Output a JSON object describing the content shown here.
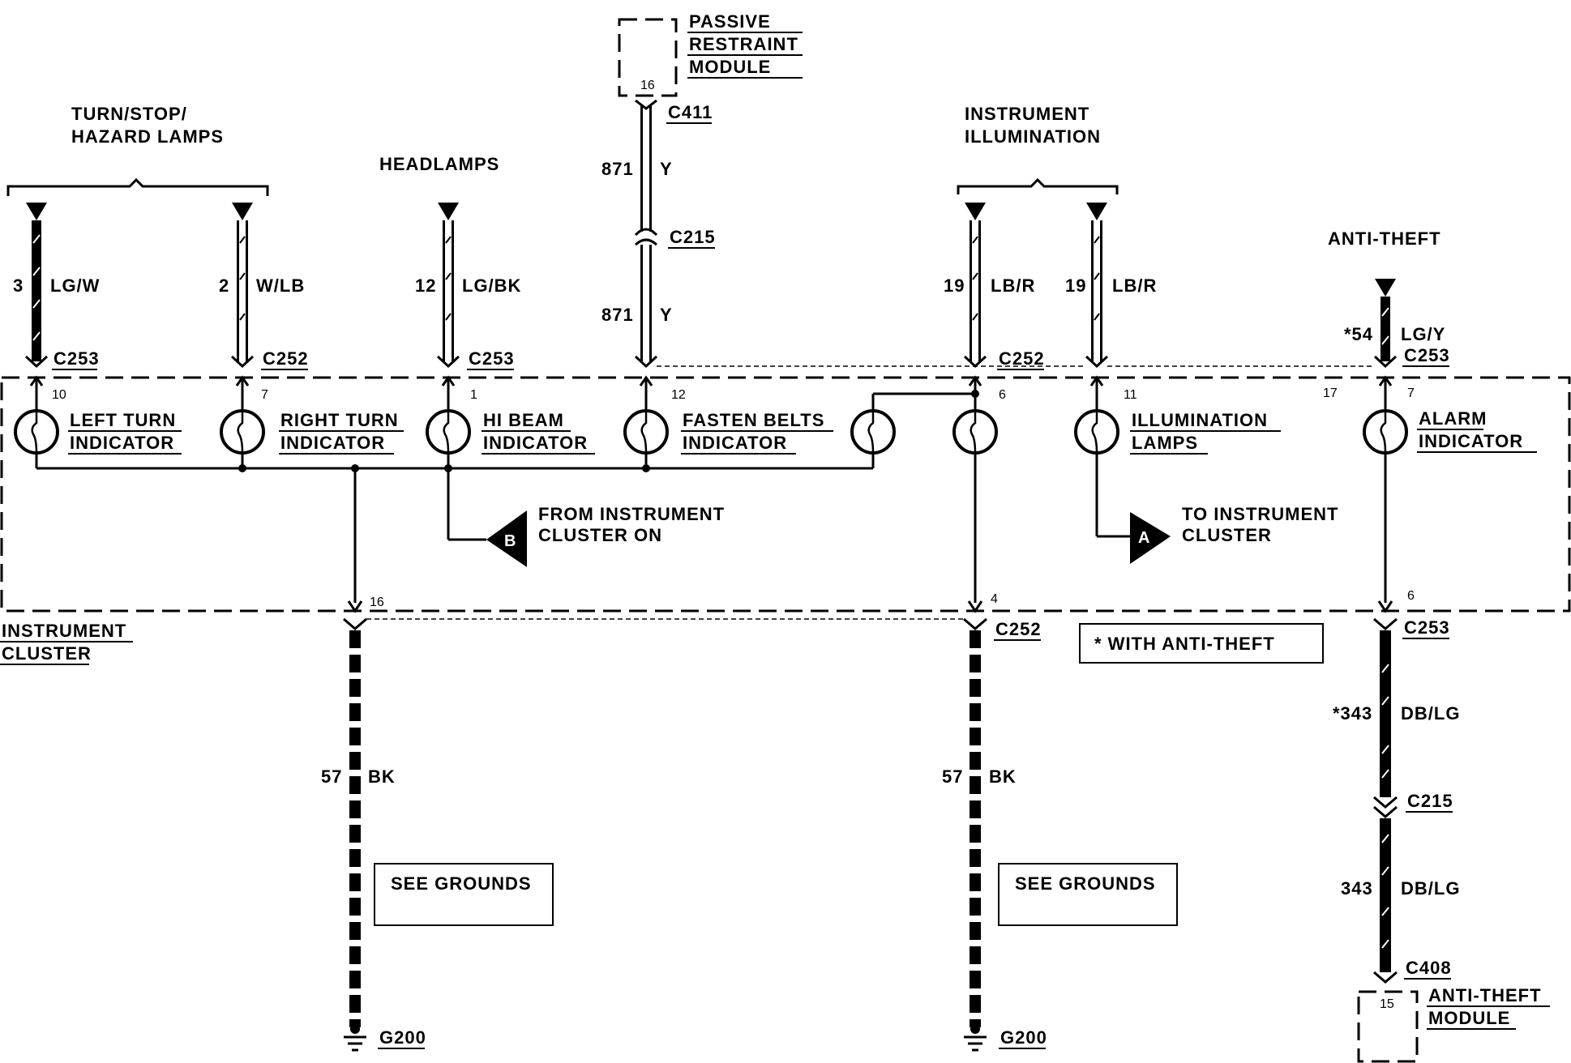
{
  "colors": {
    "ink": "#000000",
    "paper": "#ffffff",
    "module_fill": "#cfcfcf"
  },
  "modules": {
    "passive_restraint": {
      "line1": "PASSIVE",
      "line2": "RESTRAINT",
      "line3": "MODULE",
      "pin": "16"
    },
    "anti_theft": {
      "line1": "ANTI-THEFT",
      "line2": "MODULE",
      "pin": "15"
    },
    "instrument_cluster": {
      "line1": "INSTRUMENT",
      "line2": "CLUSTER"
    }
  },
  "groups": {
    "turn_stop": {
      "line1": "TURN/STOP/",
      "line2": "HAZARD LAMPS"
    },
    "headlamps": "HEADLAMPS",
    "instrument_illumination": {
      "line1": "INSTRUMENT",
      "line2": "ILLUMINATION"
    },
    "anti_theft": "ANTI-THEFT"
  },
  "circuits": {
    "c1": {
      "num": "3",
      "color": "LG/W"
    },
    "c2": {
      "num": "2",
      "color": "W/LB"
    },
    "c3": {
      "num": "12",
      "color": "LG/BK"
    },
    "c4a": {
      "num": "871",
      "color": "Y"
    },
    "c4b": {
      "num": "871",
      "color": "Y"
    },
    "c5": {
      "num": "19",
      "color": "LB/R"
    },
    "c6": {
      "num": "19",
      "color": "LB/R"
    },
    "c7": {
      "num": "*54",
      "color": "LG/Y"
    },
    "g1": {
      "num": "57",
      "color": "BK"
    },
    "g2": {
      "num": "57",
      "color": "BK"
    },
    "at1": {
      "num": "*343",
      "color": "DB/LG"
    },
    "at2": {
      "num": "343",
      "color": "DB/LG"
    }
  },
  "connectors": {
    "c411": "C411",
    "c215_top": "C215",
    "c1": "C253",
    "c2": "C252",
    "c3": "C253",
    "c5": "C252",
    "c7": "C253",
    "g2": "C252",
    "at_top": "C253",
    "at_mid": "C215",
    "at_bot": "C408",
    "ground1": "G200",
    "ground2": "G200"
  },
  "pins": {
    "p1": "10",
    "p2": "7",
    "p3": "1",
    "p4": "12",
    "p5": "6",
    "p6": "11",
    "p7": "17",
    "p8": "7",
    "out1": "16",
    "out2": "4",
    "out3": "6"
  },
  "lamps": {
    "left_turn": {
      "line1": "LEFT TURN",
      "line2": "INDICATOR"
    },
    "right_turn": {
      "line1": "RIGHT TURN",
      "line2": "INDICATOR"
    },
    "hi_beam": {
      "line1": "HI BEAM",
      "line2": "INDICATOR"
    },
    "fasten_belts": {
      "line1": "FASTEN BELTS",
      "line2": "INDICATOR"
    },
    "illumination": {
      "line1": "ILLUMINATION",
      "line2": "LAMPS"
    },
    "alarm": {
      "line1": "ALARM",
      "line2": "INDICATOR"
    }
  },
  "refs": {
    "b": {
      "letter": "B",
      "line1": "FROM INSTRUMENT",
      "line2": "CLUSTER ON"
    },
    "a": {
      "letter": "A",
      "line1": "TO INSTRUMENT",
      "line2": "CLUSTER"
    }
  },
  "notes": {
    "see_grounds_1": "SEE GROUNDS",
    "see_grounds_2": "SEE GROUNDS",
    "anti_theft_note": "*  WITH ANTI-THEFT"
  }
}
